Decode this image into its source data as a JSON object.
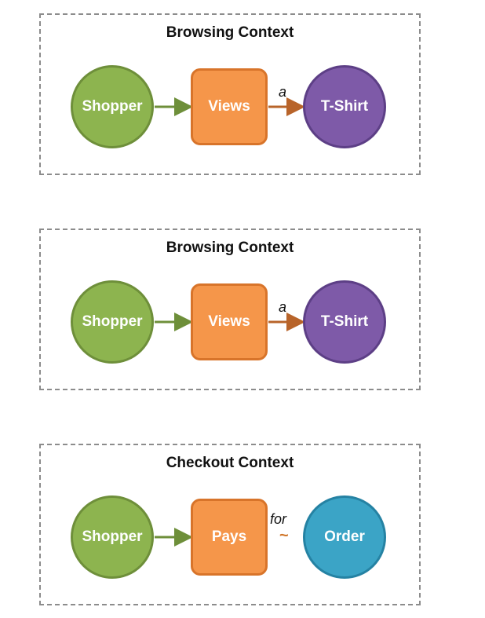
{
  "panels": [
    {
      "title": "Browsing Context",
      "nodes": {
        "shopper": "Shopper",
        "action": "Views",
        "target": "T-Shirt"
      },
      "link_label": "a"
    },
    {
      "title": "Browsing Context",
      "nodes": {
        "shopper": "Shopper",
        "action": "Views",
        "target": "T-Shirt"
      },
      "link_label": "a"
    },
    {
      "title": "Checkout Context",
      "nodes": {
        "shopper": "Shopper",
        "action": "Pays",
        "target": "Order"
      },
      "link_label": "for",
      "link_mark": "~"
    }
  ],
  "colors": {
    "shopper": "#8db44f",
    "action": "#f5964a",
    "tshirt": "#7e5aa8",
    "order": "#3ba4c6",
    "arrow_green": "#6e8f3a",
    "arrow_orange": "#b8642a",
    "border": "#8c8c8c"
  }
}
